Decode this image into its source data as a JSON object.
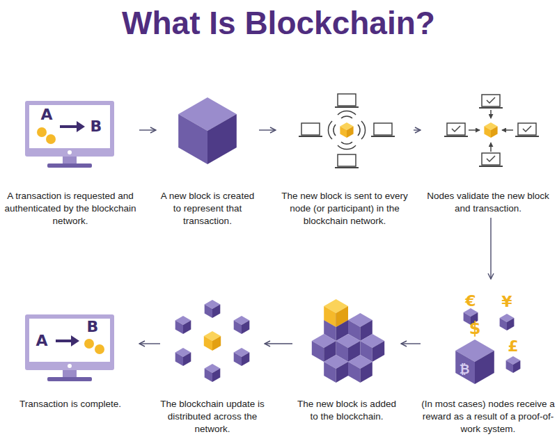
{
  "diagram": {
    "title": "What Is Blockchain?",
    "nodes": [
      {
        "text": [
          "A transaction is requested and authenticated by the blockchain network."
        ]
      },
      {
        "text": [
          "A new block is created to represent that transaction."
        ]
      },
      {
        "text": [
          "The new block is sent to every node (or participant) in the blockchain network."
        ]
      },
      {
        "text": [
          "Nodes validate the new block and transaction."
        ]
      },
      {
        "text": [
          "(In most cases) nodes receive a reward as a result of a proof-of-work system."
        ]
      },
      {
        "text": [
          "The new block is added to the blockchain."
        ]
      },
      {
        "text": [
          "The blockchain update is distributed across the network."
        ]
      },
      {
        "text": [
          "Transaction is complete."
        ]
      }
    ],
    "edges": [
      {
        "from": 0,
        "to": 1,
        "arrow": "to"
      },
      {
        "from": 1,
        "to": 2,
        "arrow": "to"
      },
      {
        "from": 2,
        "to": 3,
        "arrow": "to"
      },
      {
        "from": 3,
        "to": 4,
        "arrow": "to"
      },
      {
        "from": 4,
        "to": 5,
        "arrow": "to"
      },
      {
        "from": 5,
        "to": 6,
        "arrow": "to"
      },
      {
        "from": 6,
        "to": 7,
        "arrow": "to"
      }
    ],
    "labels": [
      "A",
      "B",
      "€",
      "¥",
      "$",
      "£",
      "₿",
      "A",
      "B"
    ]
  }
}
